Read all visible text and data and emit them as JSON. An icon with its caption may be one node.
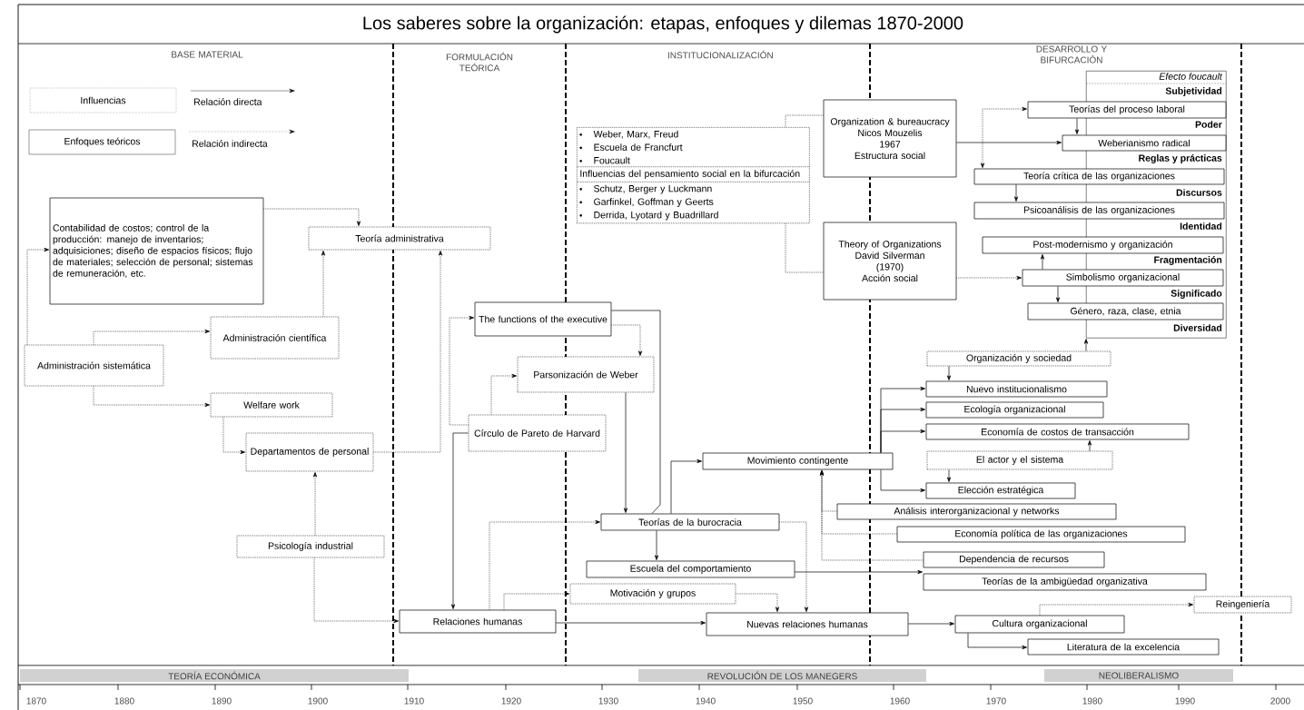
{
  "diagram": {
    "title": "Los saberes sobre la organización: etapas, enfoques y dilemas 1870-2000",
    "nodes": [
      {
        "text": [
          "Contabilidad de costos; control de la producción: manejo de inventarios; adquisiciones; diseño de espacios físicos; flujo de materiales; selección de personal; sistemas de remuneración, etc."
        ]
      },
      {
        "text": [
          "Teoría administrativa"
        ]
      },
      {
        "text": [
          "Administración científica"
        ]
      },
      {
        "text": [
          "Administración sistemática"
        ]
      },
      {
        "text": [
          "Welfare work"
        ]
      },
      {
        "text": [
          "Departamentos de personal"
        ]
      },
      {
        "text": [
          "Psicología industrial"
        ]
      },
      {
        "text": [
          "Relaciones humanas"
        ]
      },
      {
        "text": [
          "The functions of the executive"
        ]
      },
      {
        "text": [
          "Parsonización de Weber"
        ]
      },
      {
        "text": [
          "Círculo de Pareto de Harvard"
        ]
      },
      {
        "text": [
          "Teorías de la burocracia"
        ]
      },
      {
        "text": [
          "Escuela del comportamiento"
        ]
      },
      {
        "text": [
          "Motivación y grupos"
        ]
      },
      {
        "text": [
          "Nuevas relaciones humanas"
        ]
      },
      {
        "text": [
          "Movimiento contingente"
        ]
      },
      {
        "text": [
          "Weber, Marx, Freud",
          "Escuela de Francfurt",
          "Foucault",
          "Influencias del pensamiento social en la bifurcación",
          "Schutz, Berger y Luckmann",
          "Garfinkel, Goffman y Geerts",
          "Derrida, Lyotard y Buadrillard"
        ]
      },
      {
        "text": [
          "Organization & bureaucracy",
          "Nicos Mouzelis",
          "1967",
          "Estructura social"
        ]
      },
      {
        "text": [
          "Theory of Organizations",
          "David Silverman",
          "(1970)",
          "Acción social"
        ]
      },
      {
        "text": [
          "Efecto foucault",
          "Subjetividad",
          "Poder",
          "Reglas y prácticas",
          "Discursos",
          "Identidad",
          "Fragmentación",
          "Significado",
          "Diversidad"
        ]
      },
      {
        "text": [
          "Teorías del proceso laboral"
        ]
      },
      {
        "text": [
          "Weberianismo radical"
        ]
      },
      {
        "text": [
          "Teoría crítica de las organizaciones"
        ]
      },
      {
        "text": [
          "Psicoanálisis de las organizaciones"
        ]
      },
      {
        "text": [
          "Post-modernismo y organización"
        ]
      },
      {
        "text": [
          "Simbolismo organizacional"
        ]
      },
      {
        "text": [
          "Género, raza, clase, etnia"
        ]
      },
      {
        "text": [
          "Organización y sociedad"
        ]
      },
      {
        "text": [
          "Nuevo institucionalismo"
        ]
      },
      {
        "text": [
          "Ecología organizacional"
        ]
      },
      {
        "text": [
          "Economía de costos de transacción"
        ]
      },
      {
        "text": [
          "El actor y el sistema"
        ]
      },
      {
        "text": [
          "Elección estratégica"
        ]
      },
      {
        "text": [
          "Análisis interorganizacional y networks"
        ]
      },
      {
        "text": [
          "Economía política de las organizaciones"
        ]
      },
      {
        "text": [
          "Dependencia de recursos"
        ]
      },
      {
        "text": [
          "Teorías de la ambigüedad organizativa"
        ]
      },
      {
        "text": [
          "Reingeniería"
        ]
      },
      {
        "text": [
          "Cultura organizacional"
        ]
      },
      {
        "text": [
          "Literatura de la excelencia"
        ]
      }
    ],
    "edges": [
      {
        "from": 3,
        "to": 0,
        "arrow": "to",
        "style": "dashed"
      },
      {
        "from": 0,
        "to": 1,
        "arrow": "to",
        "style": "dashed"
      },
      {
        "from": 3,
        "to": 2,
        "arrow": "to",
        "style": "dashed"
      },
      {
        "from": 2,
        "to": 1,
        "arrow": "to",
        "style": "dashed"
      },
      {
        "from": 3,
        "to": 4,
        "arrow": "to",
        "style": "dashed"
      },
      {
        "from": 4,
        "to": 5,
        "arrow": "to",
        "style": "dashed"
      },
      {
        "from": 6,
        "to": 5,
        "arrow": "to",
        "style": "dashed"
      },
      {
        "from": 6,
        "to": 7,
        "arrow": "to",
        "style": "dashed"
      },
      {
        "from": 5,
        "to": 1,
        "arrow": "to",
        "style": "dashed"
      },
      {
        "from": 10,
        "to": 8,
        "arrow": "to",
        "style": "dashed"
      },
      {
        "from": 10,
        "to": 9,
        "arrow": "to",
        "style": "dashed"
      },
      {
        "from": 10,
        "to": 7,
        "arrow": "to"
      },
      {
        "from": 8,
        "to": 9,
        "arrow": "to",
        "style": "dashed"
      },
      {
        "from": 8,
        "to": 11,
        "arrow": "none"
      },
      {
        "from": 9,
        "to": 11,
        "arrow": "to"
      },
      {
        "from": 7,
        "to": 11,
        "arrow": "to",
        "style": "dashed"
      },
      {
        "from": 7,
        "to": 13,
        "arrow": "to",
        "style": "dashed"
      },
      {
        "from": 7,
        "to": 14,
        "arrow": "to"
      },
      {
        "from": 11,
        "to": 12,
        "arrow": "to"
      },
      {
        "from": 11,
        "to": 15,
        "arrow": "to"
      },
      {
        "from": 11,
        "to": 14,
        "arrow": "to",
        "style": "dashed"
      },
      {
        "from": 13,
        "to": 14,
        "arrow": "to",
        "style": "dashed"
      },
      {
        "from": 12,
        "to": 36,
        "arrow": "to"
      },
      {
        "from": 33,
        "to": 15,
        "arrow": "to",
        "style": "dashed"
      },
      {
        "from": 34,
        "to": 15,
        "arrow": "to",
        "style": "dashed"
      },
      {
        "from": 35,
        "to": 15,
        "arrow": "to",
        "style": "dashed"
      },
      {
        "from": 15,
        "to": 28,
        "arrow": "to"
      },
      {
        "from": 15,
        "to": 29,
        "arrow": "to"
      },
      {
        "from": 15,
        "to": 30,
        "arrow": "to"
      },
      {
        "from": 15,
        "to": 32,
        "arrow": "to"
      },
      {
        "from": 17,
        "to": 16,
        "arrow": "none",
        "style": "dashed"
      },
      {
        "from": 16,
        "to": 18,
        "arrow": "none",
        "style": "dashed"
      },
      {
        "from": 17,
        "to": 21,
        "arrow": "to"
      },
      {
        "from": 20,
        "to": 22,
        "arrow": "both",
        "style": "dashed"
      },
      {
        "from": 20,
        "to": 21,
        "arrow": "to"
      },
      {
        "from": 22,
        "to": 23,
        "arrow": "to"
      },
      {
        "from": 25,
        "to": 24,
        "arrow": "to"
      },
      {
        "from": 25,
        "to": 26,
        "arrow": "to"
      },
      {
        "from": 18,
        "to": 25,
        "arrow": "to",
        "style": "dashed"
      },
      {
        "from": 27,
        "to": 19,
        "arrow": "to"
      },
      {
        "from": 27,
        "to": 28,
        "arrow": "to"
      },
      {
        "from": 31,
        "to": 30,
        "arrow": "to"
      },
      {
        "from": 31,
        "to": 32,
        "arrow": "to"
      },
      {
        "from": 14,
        "to": 38,
        "arrow": "to"
      },
      {
        "from": 38,
        "to": 37,
        "arrow": "to",
        "style": "dashed"
      },
      {
        "from": 38,
        "to": 39,
        "arrow": "to"
      }
    ],
    "labels": [
      "BASE MATERIAL",
      "FORMULACIÓN TEÓRICA",
      "INSTITUCIONALIZACIÓN",
      "DESARROLLO Y BIFURCACIÓN",
      "TEORÍA ECONÓMICA",
      "REVOLUCIÓN DE LOS MANEGERS",
      "NEOLIBERALISMO",
      "1870",
      "1880",
      "1890",
      "1900",
      "1910",
      "1920",
      "1930",
      "1940",
      "1950",
      "1960",
      "1970",
      "1980",
      "1990",
      "2000"
    ],
    "legend": [
      {
        "text": "Influencias"
      },
      {
        "text": "Relación directa"
      },
      {
        "text": "Enfoques teóricos"
      },
      {
        "text": "Relación indirecta"
      }
    ]
  }
}
